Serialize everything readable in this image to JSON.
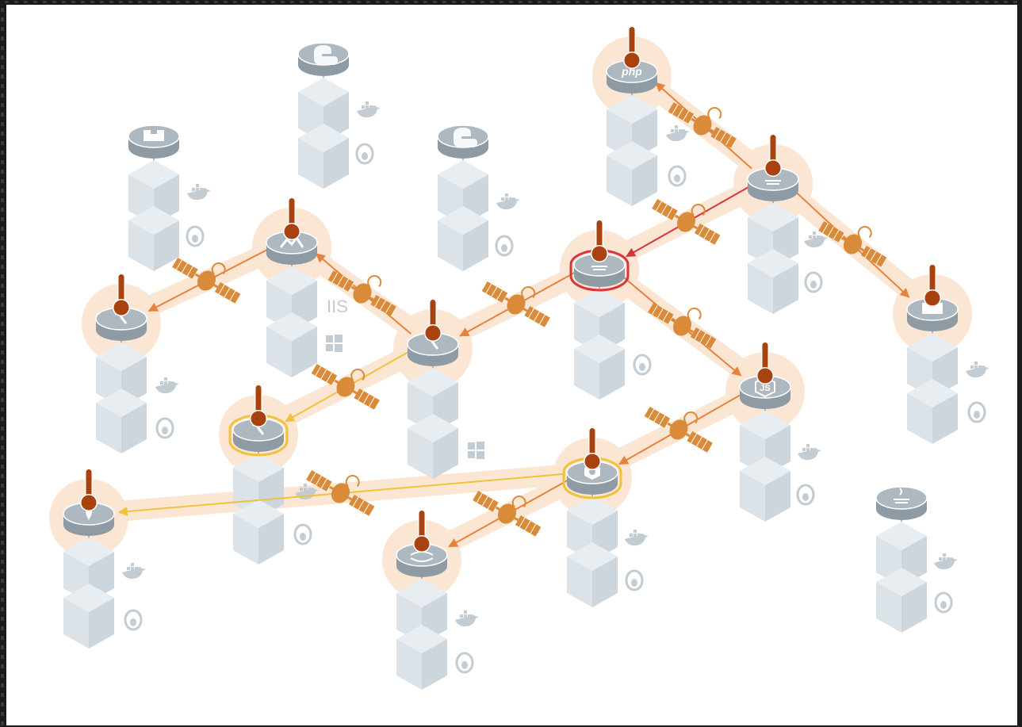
{
  "colors": {
    "background": "#ffffff",
    "frame": "#1b1b1b",
    "halo": "#fbe6d4",
    "link_orange": "#e8823a",
    "link_red": "#d8343e",
    "link_yellow": "#f0c23a",
    "satellite": "#d98b3a",
    "thermometer": "#a8420e",
    "server_top": "#aeb8c0",
    "server_side": "#8f9ba4",
    "cube_light": "#e8edf1",
    "cube_mid": "#dbe2e8",
    "cube_dark": "#cdd6dd",
    "icon_gray": "#c3ccd3"
  },
  "diagram": {
    "nodes": [
      {
        "id": "python-top",
        "icon": "python-icon",
        "active": false,
        "highlight": "none",
        "cubes": 2,
        "badges": [
          "docker-icon",
          "linux-icon"
        ]
      },
      {
        "id": "box-left",
        "icon": "box-icon",
        "active": false,
        "highlight": "none",
        "cubes": 2,
        "badges": [
          "docker-icon",
          "linux-icon"
        ]
      },
      {
        "id": "python-mid",
        "icon": "python-icon",
        "active": false,
        "highlight": "none",
        "cubes": 2,
        "badges": [
          "docker-icon",
          "linux-icon"
        ]
      },
      {
        "id": "php",
        "icon": "php-icon",
        "label": "php",
        "active": true,
        "highlight": "none",
        "cubes": 2,
        "badges": [
          "docker-icon",
          "linux-icon"
        ]
      },
      {
        "id": "java-root",
        "icon": "java-icon",
        "active": true,
        "highlight": "none",
        "cubes": 2,
        "badges": [
          "docker-icon",
          "linux-icon"
        ]
      },
      {
        "id": "angular",
        "icon": "angular-icon",
        "active": true,
        "highlight": "none",
        "cubes": 2,
        "badges": [
          "windows-icon"
        ],
        "cube_label": "IIS"
      },
      {
        "id": "java-red",
        "icon": "java-icon",
        "active": true,
        "highlight": "red",
        "cubes": 2,
        "badges": [
          "linux-icon"
        ]
      },
      {
        "id": "box-right",
        "icon": "box-icon",
        "active": true,
        "highlight": "none",
        "cubes": 2,
        "badges": [
          "docker-icon",
          "linux-icon"
        ]
      },
      {
        "id": "tool-left",
        "icon": "wrench-icon",
        "active": true,
        "highlight": "none",
        "cubes": 2,
        "badges": [
          "docker-icon",
          "linux-icon"
        ]
      },
      {
        "id": "tool-mid",
        "icon": "wrench-icon",
        "active": true,
        "highlight": "none",
        "cubes": 2,
        "badges": [
          "windows-icon"
        ]
      },
      {
        "id": "nodejs",
        "icon": "nodejs-icon",
        "label": "JS",
        "active": true,
        "highlight": "none",
        "cubes": 2,
        "badges": [
          "docker-icon",
          "linux-icon"
        ]
      },
      {
        "id": "tool-yellow",
        "icon": "wrench-icon",
        "active": true,
        "highlight": "yellow",
        "cubes": 2,
        "badges": [
          "docker-icon",
          "linux-icon"
        ]
      },
      {
        "id": "gear-yellow",
        "icon": "gear-icon",
        "active": true,
        "highlight": "yellow",
        "cubes": 2,
        "badges": [
          "docker-icon",
          "linux-icon"
        ]
      },
      {
        "id": "mongo",
        "icon": "leaf-icon",
        "active": true,
        "highlight": "none",
        "cubes": 2,
        "badges": [
          "docker-icon",
          "linux-icon"
        ]
      },
      {
        "id": "loop",
        "icon": "loop-icon",
        "active": true,
        "highlight": "none",
        "cubes": 2,
        "badges": [
          "docker-icon",
          "linux-icon"
        ]
      },
      {
        "id": "java-isolated",
        "icon": "java-icon",
        "active": false,
        "highlight": "none",
        "cubes": 2,
        "badges": [
          "docker-icon",
          "linux-icon"
        ]
      }
    ],
    "links": [
      {
        "from": "java-root",
        "to": "php",
        "color": "orange"
      },
      {
        "from": "java-root",
        "to": "java-red",
        "color": "red"
      },
      {
        "from": "java-root",
        "to": "box-right",
        "color": "orange"
      },
      {
        "from": "java-red",
        "to": "tool-mid",
        "color": "orange"
      },
      {
        "from": "java-red",
        "to": "nodejs",
        "color": "orange"
      },
      {
        "from": "tool-mid",
        "to": "angular",
        "color": "orange"
      },
      {
        "from": "angular",
        "to": "tool-left",
        "color": "orange"
      },
      {
        "from": "tool-mid",
        "to": "tool-yellow",
        "color": "yellow"
      },
      {
        "from": "nodejs",
        "to": "gear-yellow",
        "color": "orange"
      },
      {
        "from": "gear-yellow",
        "to": "mongo",
        "color": "yellow"
      },
      {
        "from": "gear-yellow",
        "to": "loop",
        "color": "orange"
      }
    ]
  }
}
